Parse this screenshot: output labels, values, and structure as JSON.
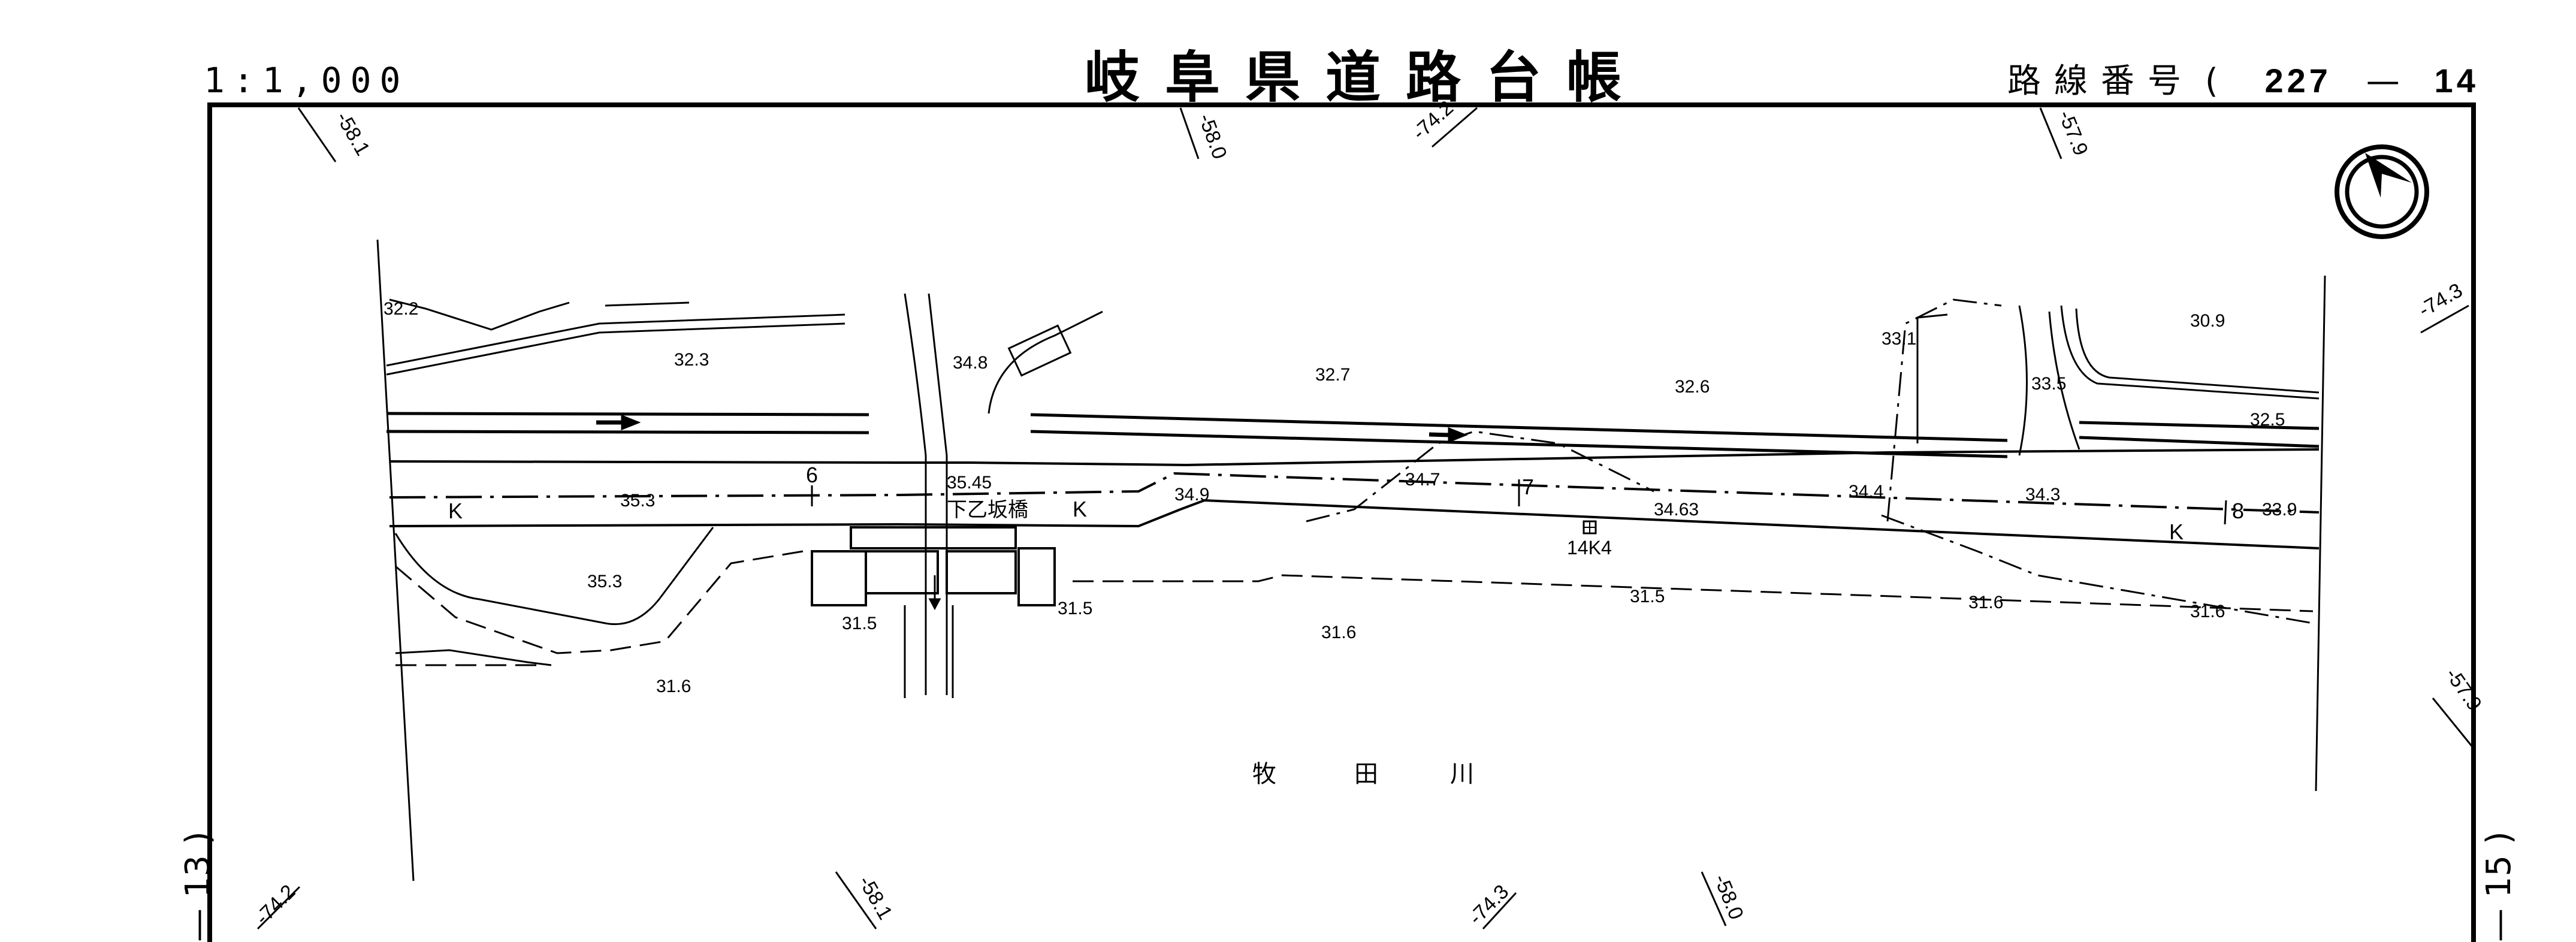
{
  "header": {
    "title": "岐阜県道路台帳",
    "scale": "1:1,000",
    "route_label": "路線番号",
    "route_number_main": "227",
    "route_number_sub": "14",
    "route_separator": "—",
    "open_paren": "(",
    "close_paren": ")"
  },
  "adjacent_sheets": {
    "left": "— 13 )",
    "right": "— 15 )"
  },
  "north_arrow": {
    "icon": "north-arrow-compass-icon"
  },
  "grid_coordinates": {
    "top": [
      "-58.1",
      "-58.0",
      "-74.2",
      "-57.9"
    ],
    "right": [
      "-74.3",
      "-57.9"
    ],
    "bottom": [
      "-74.2",
      "-58.1",
      "-74.3",
      "-58.0"
    ]
  },
  "spot_elevations": {
    "north_side": [
      "32.2",
      "32.3",
      "34.8",
      "32.7",
      "32.6",
      "33.1",
      "33.5",
      "30.9",
      "32.5"
    ],
    "road": [
      "35.3",
      "35.45",
      "34.9",
      "34.7",
      "34.63",
      "34.4",
      "34.3",
      "33.9"
    ],
    "south_side": [
      "35.3",
      "31.5",
      "31.5",
      "31.6",
      "31.6",
      "31.5",
      "31.6",
      "31.6"
    ]
  },
  "stations": [
    "6",
    "7",
    "8"
  ],
  "boundary_markers": [
    "K",
    "K",
    "K"
  ],
  "bridge_name": "下乙坂橋",
  "benchmark": "14K4",
  "river_name": [
    "牧",
    "田",
    "川"
  ]
}
